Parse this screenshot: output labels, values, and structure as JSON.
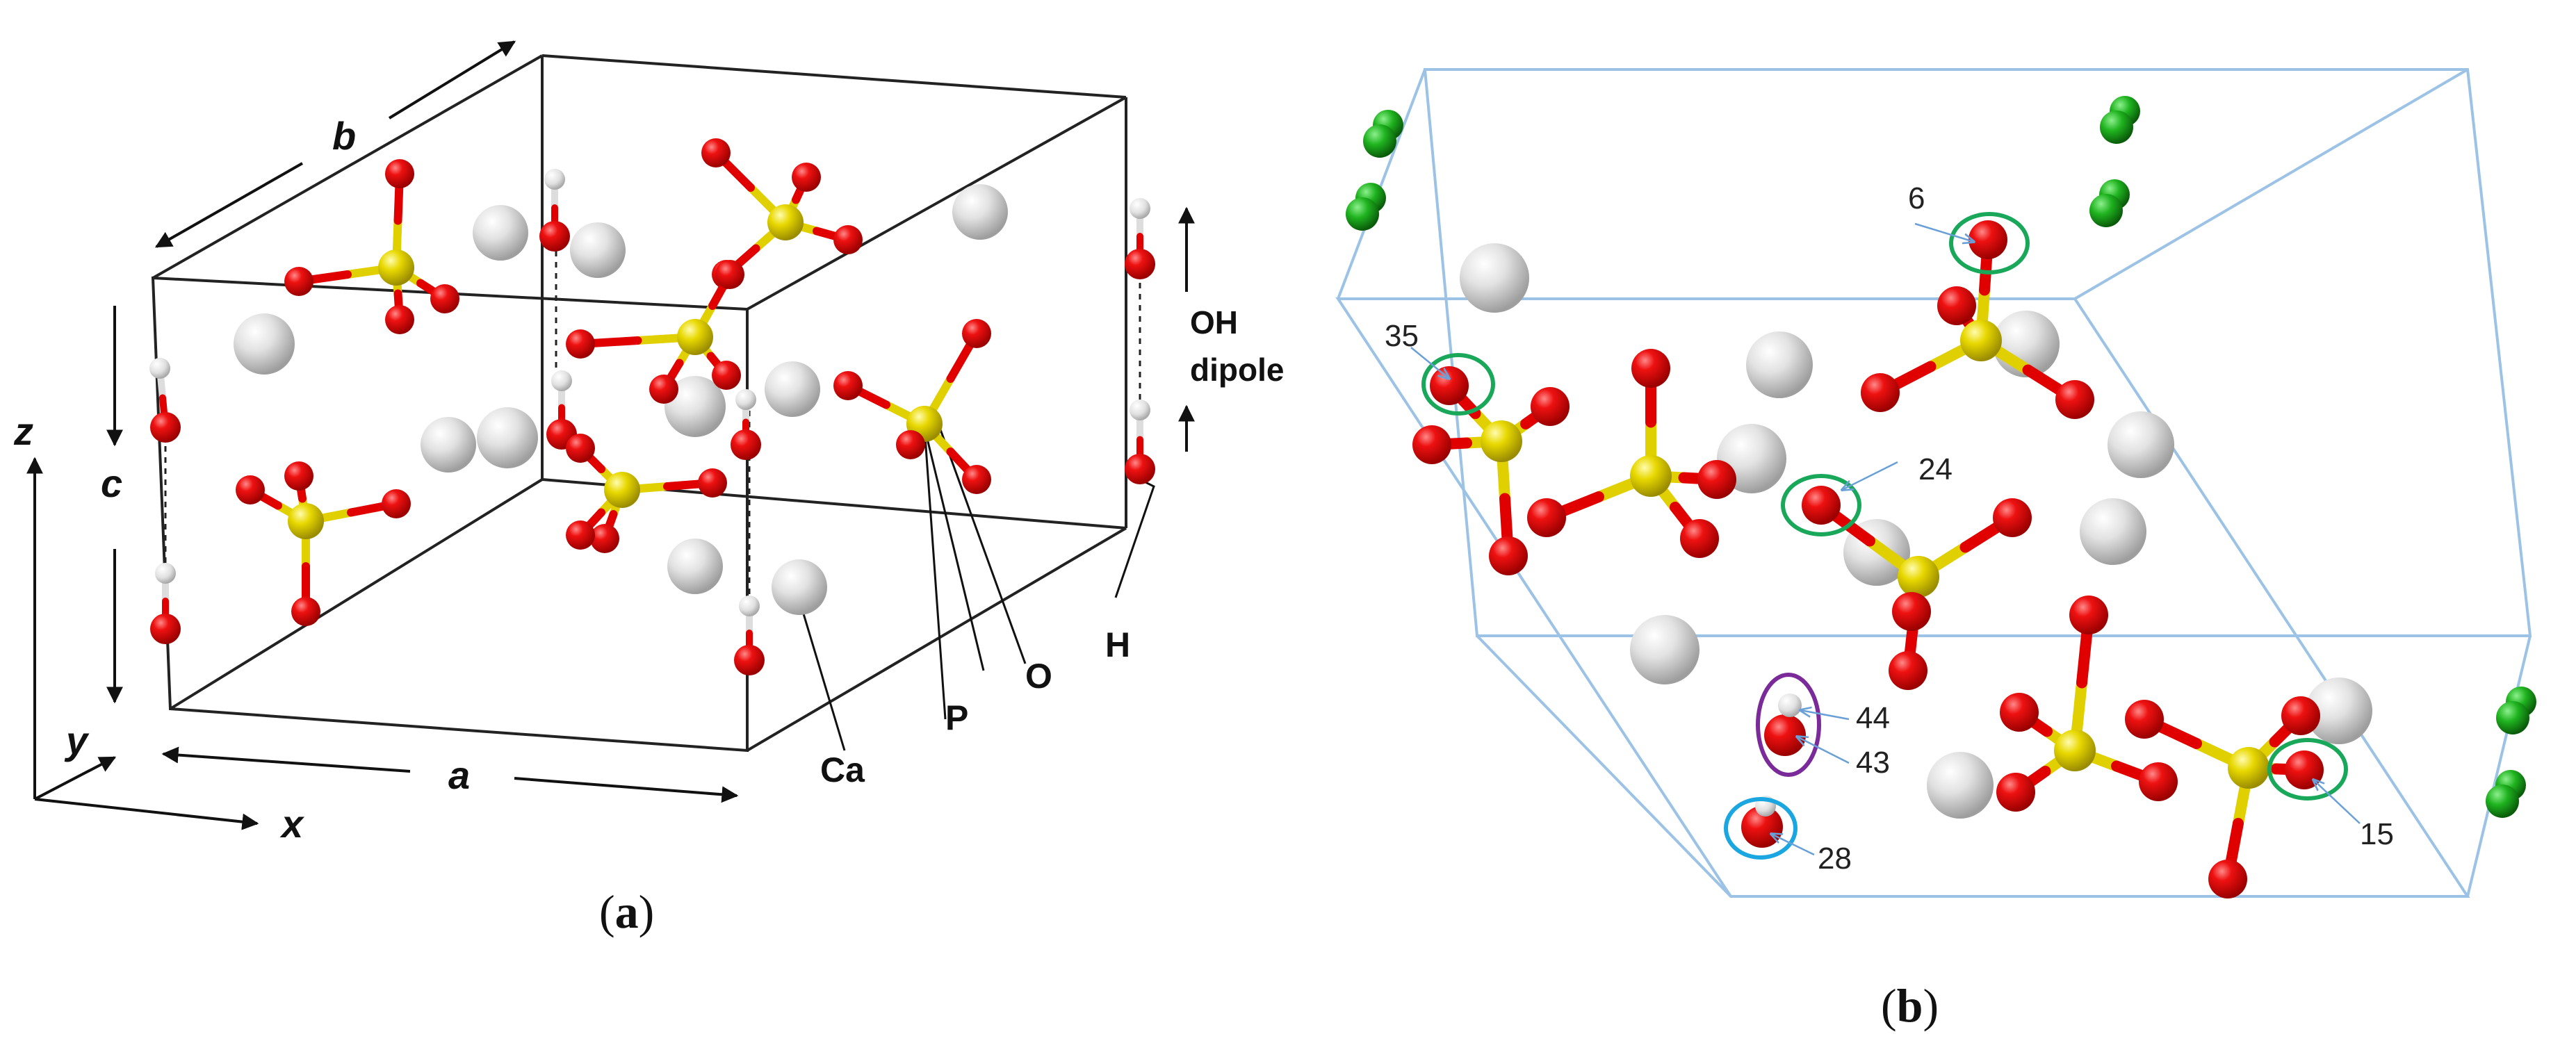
{
  "panel_a": {
    "caption": {
      "open": "(",
      "letter": "a",
      "close": ")"
    },
    "axis_labels": {
      "x": "x",
      "y": "y",
      "z": "z"
    },
    "cell_labels": {
      "a": "a",
      "b": "b",
      "c": "c"
    },
    "atom_labels": {
      "ca": "Ca",
      "p": "P",
      "o": "O",
      "h": "H"
    },
    "dipole_label": {
      "line1": "OH",
      "line2": "dipole"
    }
  },
  "panel_b": {
    "caption": {
      "open": "(",
      "letter": "b",
      "close": ")"
    },
    "atom_numbers": {
      "n6": "6",
      "n35": "35",
      "n24": "24",
      "n44": "44",
      "n43": "43",
      "n28": "28",
      "n15": "15"
    }
  },
  "colors": {
    "oxygen": "#e60000",
    "phosphorus": "#e6d300",
    "calcium": "#d8d8d8",
    "hydrogen": "#e8e8e8",
    "fluorine": "#1aa31a",
    "cell_edge_a": "#222222",
    "cell_edge_b": "#9cc3e6",
    "marker_green": "#19a85a",
    "marker_purple": "#7a2a99",
    "marker_blue": "#1aa6e0"
  }
}
